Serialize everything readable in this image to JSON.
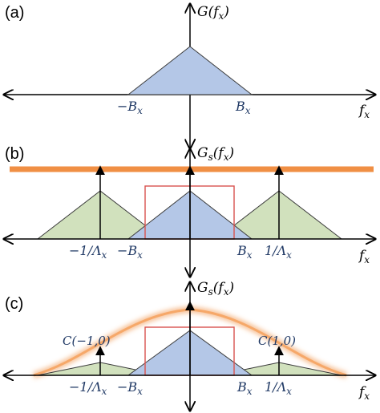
{
  "panels": [
    {
      "label": "(a)",
      "ylabel": "G(f_x)",
      "xlabel": "f_x",
      "ticks": {
        "neg": "−B_x",
        "pos": "B_x"
      }
    },
    {
      "label": "(b)",
      "ylabel": "G_s(f_x)",
      "xlabel": "f_x",
      "ticks": {
        "neg_lambda": "−1/Λ_x",
        "neg_b": "−B_x",
        "pos_b": "B_x",
        "pos_lambda": "1/Λ_x"
      }
    },
    {
      "label": "(c)",
      "ylabel": "G_s(f_x)",
      "xlabel": "f_x",
      "ticks": {
        "neg_lambda": "−1/Λ_x",
        "neg_b": "−B_x",
        "pos_b": "B_x",
        "pos_lambda": "1/Λ_x"
      },
      "annotations": {
        "left": "C(−1,0)",
        "right": "C(1,0)"
      }
    }
  ],
  "colors": {
    "blue_fill": "#b4c7e7",
    "green_fill": "#c9dcb2",
    "orange": "#f08f44",
    "red_box": "#d9534f"
  }
}
